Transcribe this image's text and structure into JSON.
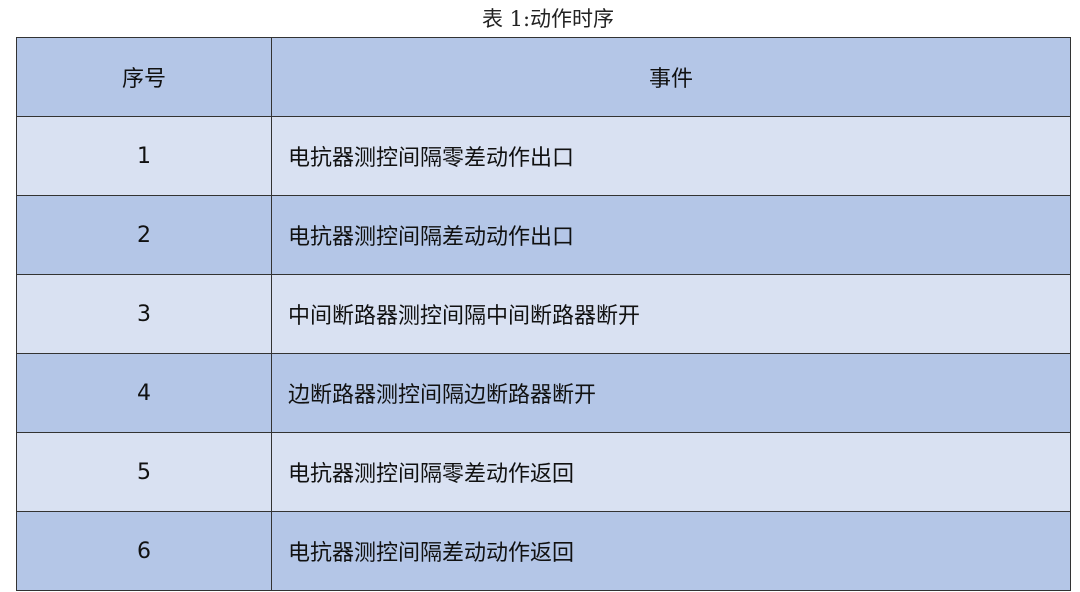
{
  "caption": "表 1:动作时序",
  "table": {
    "headers": [
      "序号",
      "事件"
    ],
    "rows": [
      {
        "index": "1",
        "event": "电抗器测控间隔零差动作出口"
      },
      {
        "index": "2",
        "event": "电抗器测控间隔差动动作出口"
      },
      {
        "index": "3",
        "event": "中间断路器测控间隔中间断路器断开"
      },
      {
        "index": "4",
        "event": "边断路器测控间隔边断路器断开"
      },
      {
        "index": "5",
        "event": "电抗器测控间隔零差动作返回"
      },
      {
        "index": "6",
        "event": "电抗器测控间隔差动动作返回"
      }
    ]
  },
  "colors": {
    "header_bg": "#b4c6e7",
    "row_light": "#d9e1f2",
    "row_dark": "#b4c6e7",
    "border": "#333333"
  }
}
